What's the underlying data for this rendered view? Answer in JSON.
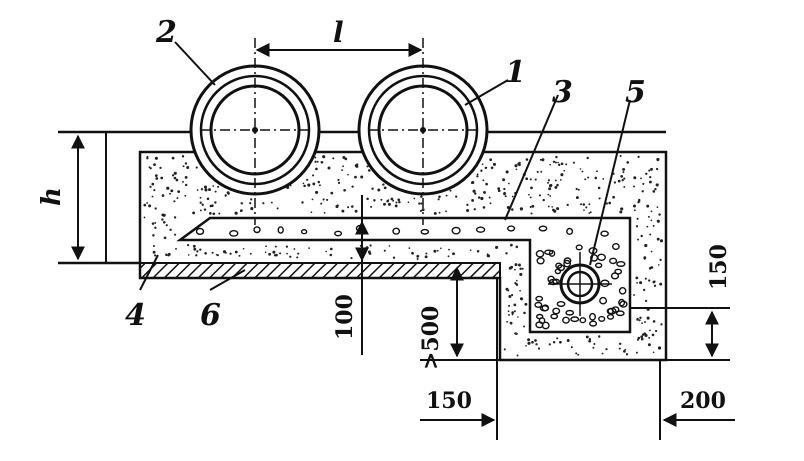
{
  "labels": {
    "pipe_1": "1",
    "pipe_2": "2",
    "drain_3": "3",
    "pipe_5": "5",
    "layer_4": "4",
    "layer_6": "6",
    "spacing_l": "l",
    "height_h": "h"
  },
  "dimensions": {
    "d100": "100",
    "d500": ">500",
    "d150_bottom": "150",
    "d150_right": "150",
    "d200": "200"
  },
  "colors": {
    "ink": "#111111",
    "background": "#ffffff"
  }
}
